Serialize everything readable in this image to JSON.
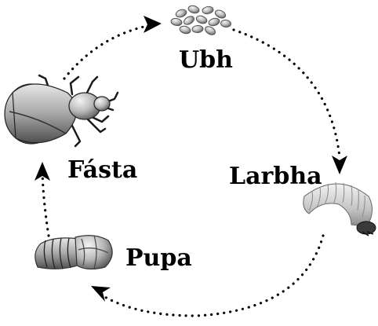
{
  "stages": {
    "egg": {
      "label": "Ubh",
      "icon": "egg-cluster-icon"
    },
    "larva": {
      "label": "Larbha",
      "icon": "larva-grub-icon"
    },
    "pupa": {
      "label": "Pupa",
      "icon": "pupa-icon"
    },
    "adult": {
      "label": "Fásta",
      "icon": "beetle-icon"
    }
  },
  "colors": {
    "text": "#000000",
    "arrow": "#000000",
    "illustration_light": "#ededed",
    "illustration_dark": "#7a7a7a"
  }
}
